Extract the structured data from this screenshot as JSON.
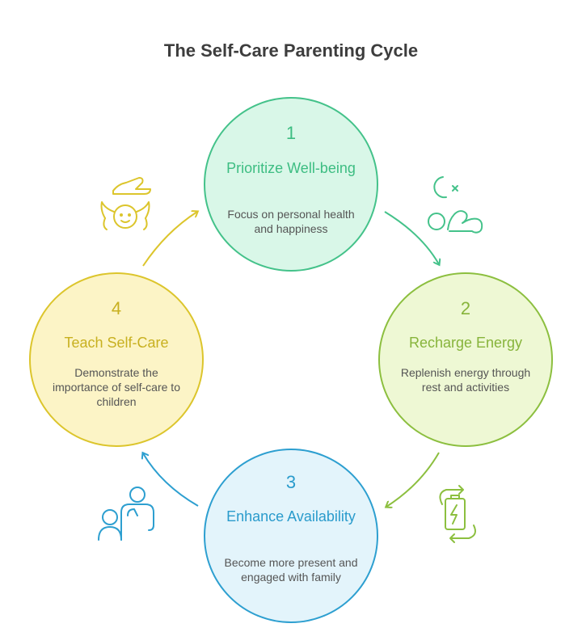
{
  "title": "The Self-Care Parenting Cycle",
  "steps": [
    {
      "number": "1",
      "title": "Prioritize Well-being",
      "description": "Focus on personal health and happiness",
      "icon": "moon-sleep-yoga-icon",
      "color": "#3dbd82"
    },
    {
      "number": "2",
      "title": "Recharge Energy",
      "description": "Replenish energy through rest and activities",
      "icon": "battery-recharge-icon",
      "color": "#87b43b"
    },
    {
      "number": "3",
      "title": "Enhance Availability",
      "description": "Become more present and engaged with family",
      "icon": "family-icon",
      "color": "#2a9bcc"
    },
    {
      "number": "4",
      "title": "Teach Self-Care",
      "description": "Demonstrate the importance of self-care to children",
      "icon": "hand-child-icon",
      "color": "#c8b020"
    }
  ]
}
